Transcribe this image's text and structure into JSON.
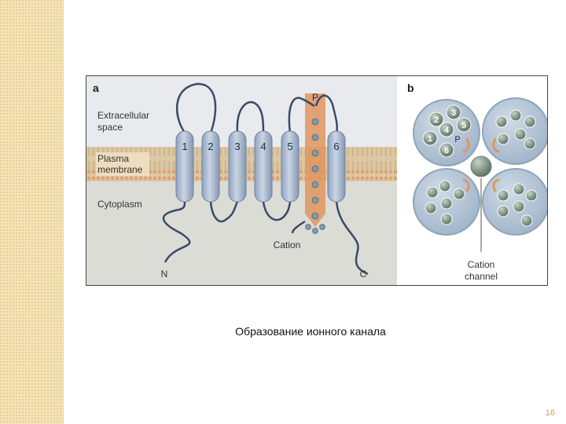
{
  "panel_a": {
    "letter": "a",
    "label_extracellular_line1": "Extracellular",
    "label_extracellular_line2": "space",
    "label_membrane_line1": "Plasma",
    "label_membrane_line2": "membrane",
    "label_cytoplasm": "Cytoplasm",
    "segments": [
      "1",
      "2",
      "3",
      "4",
      "5",
      "6"
    ],
    "pore_label": "P",
    "cation_label": "Cation",
    "n_terminus": "N",
    "c_terminus": "C"
  },
  "panel_b": {
    "letter": "b",
    "subunit_numbers": [
      "1",
      "2",
      "3",
      "4",
      "5",
      "6"
    ],
    "pore_label": "P",
    "channel_label_line1": "Cation",
    "channel_label_line2": "channel"
  },
  "caption": "Образование ионного канала",
  "page_number": "16",
  "colors": {
    "extracellular": "#e9eaee",
    "membrane_band": "#dcc8a5",
    "cytoplasm": "#ddddd7",
    "helix": "#a9b9d0",
    "loop": "#3a4a66",
    "pore_orange": "#e0955e",
    "subunit_fill": "#b6c7d8",
    "side_strip": "#f3e3b8"
  }
}
